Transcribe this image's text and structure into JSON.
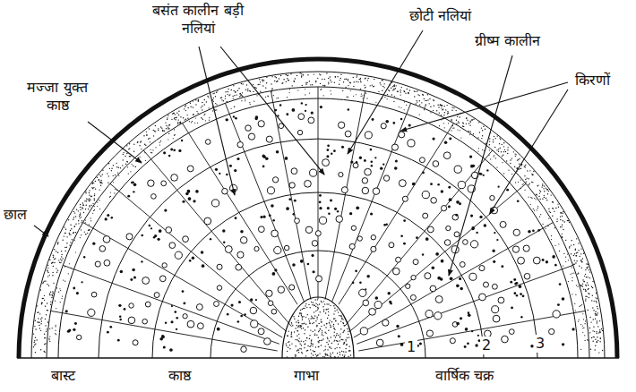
{
  "diagram": {
    "labels": [
      "बसंत कालीन बड़ी नलियां",
      "छोटी नलियां",
      "ग्रीष्म कालीन",
      "किरणों",
      "मज्जा युक्त काष्ठ",
      "छाल",
      "बास्ट",
      "काष्ठ",
      "गाभा",
      "1",
      "2",
      "3",
      "वार्षिक चक्र"
    ]
  }
}
